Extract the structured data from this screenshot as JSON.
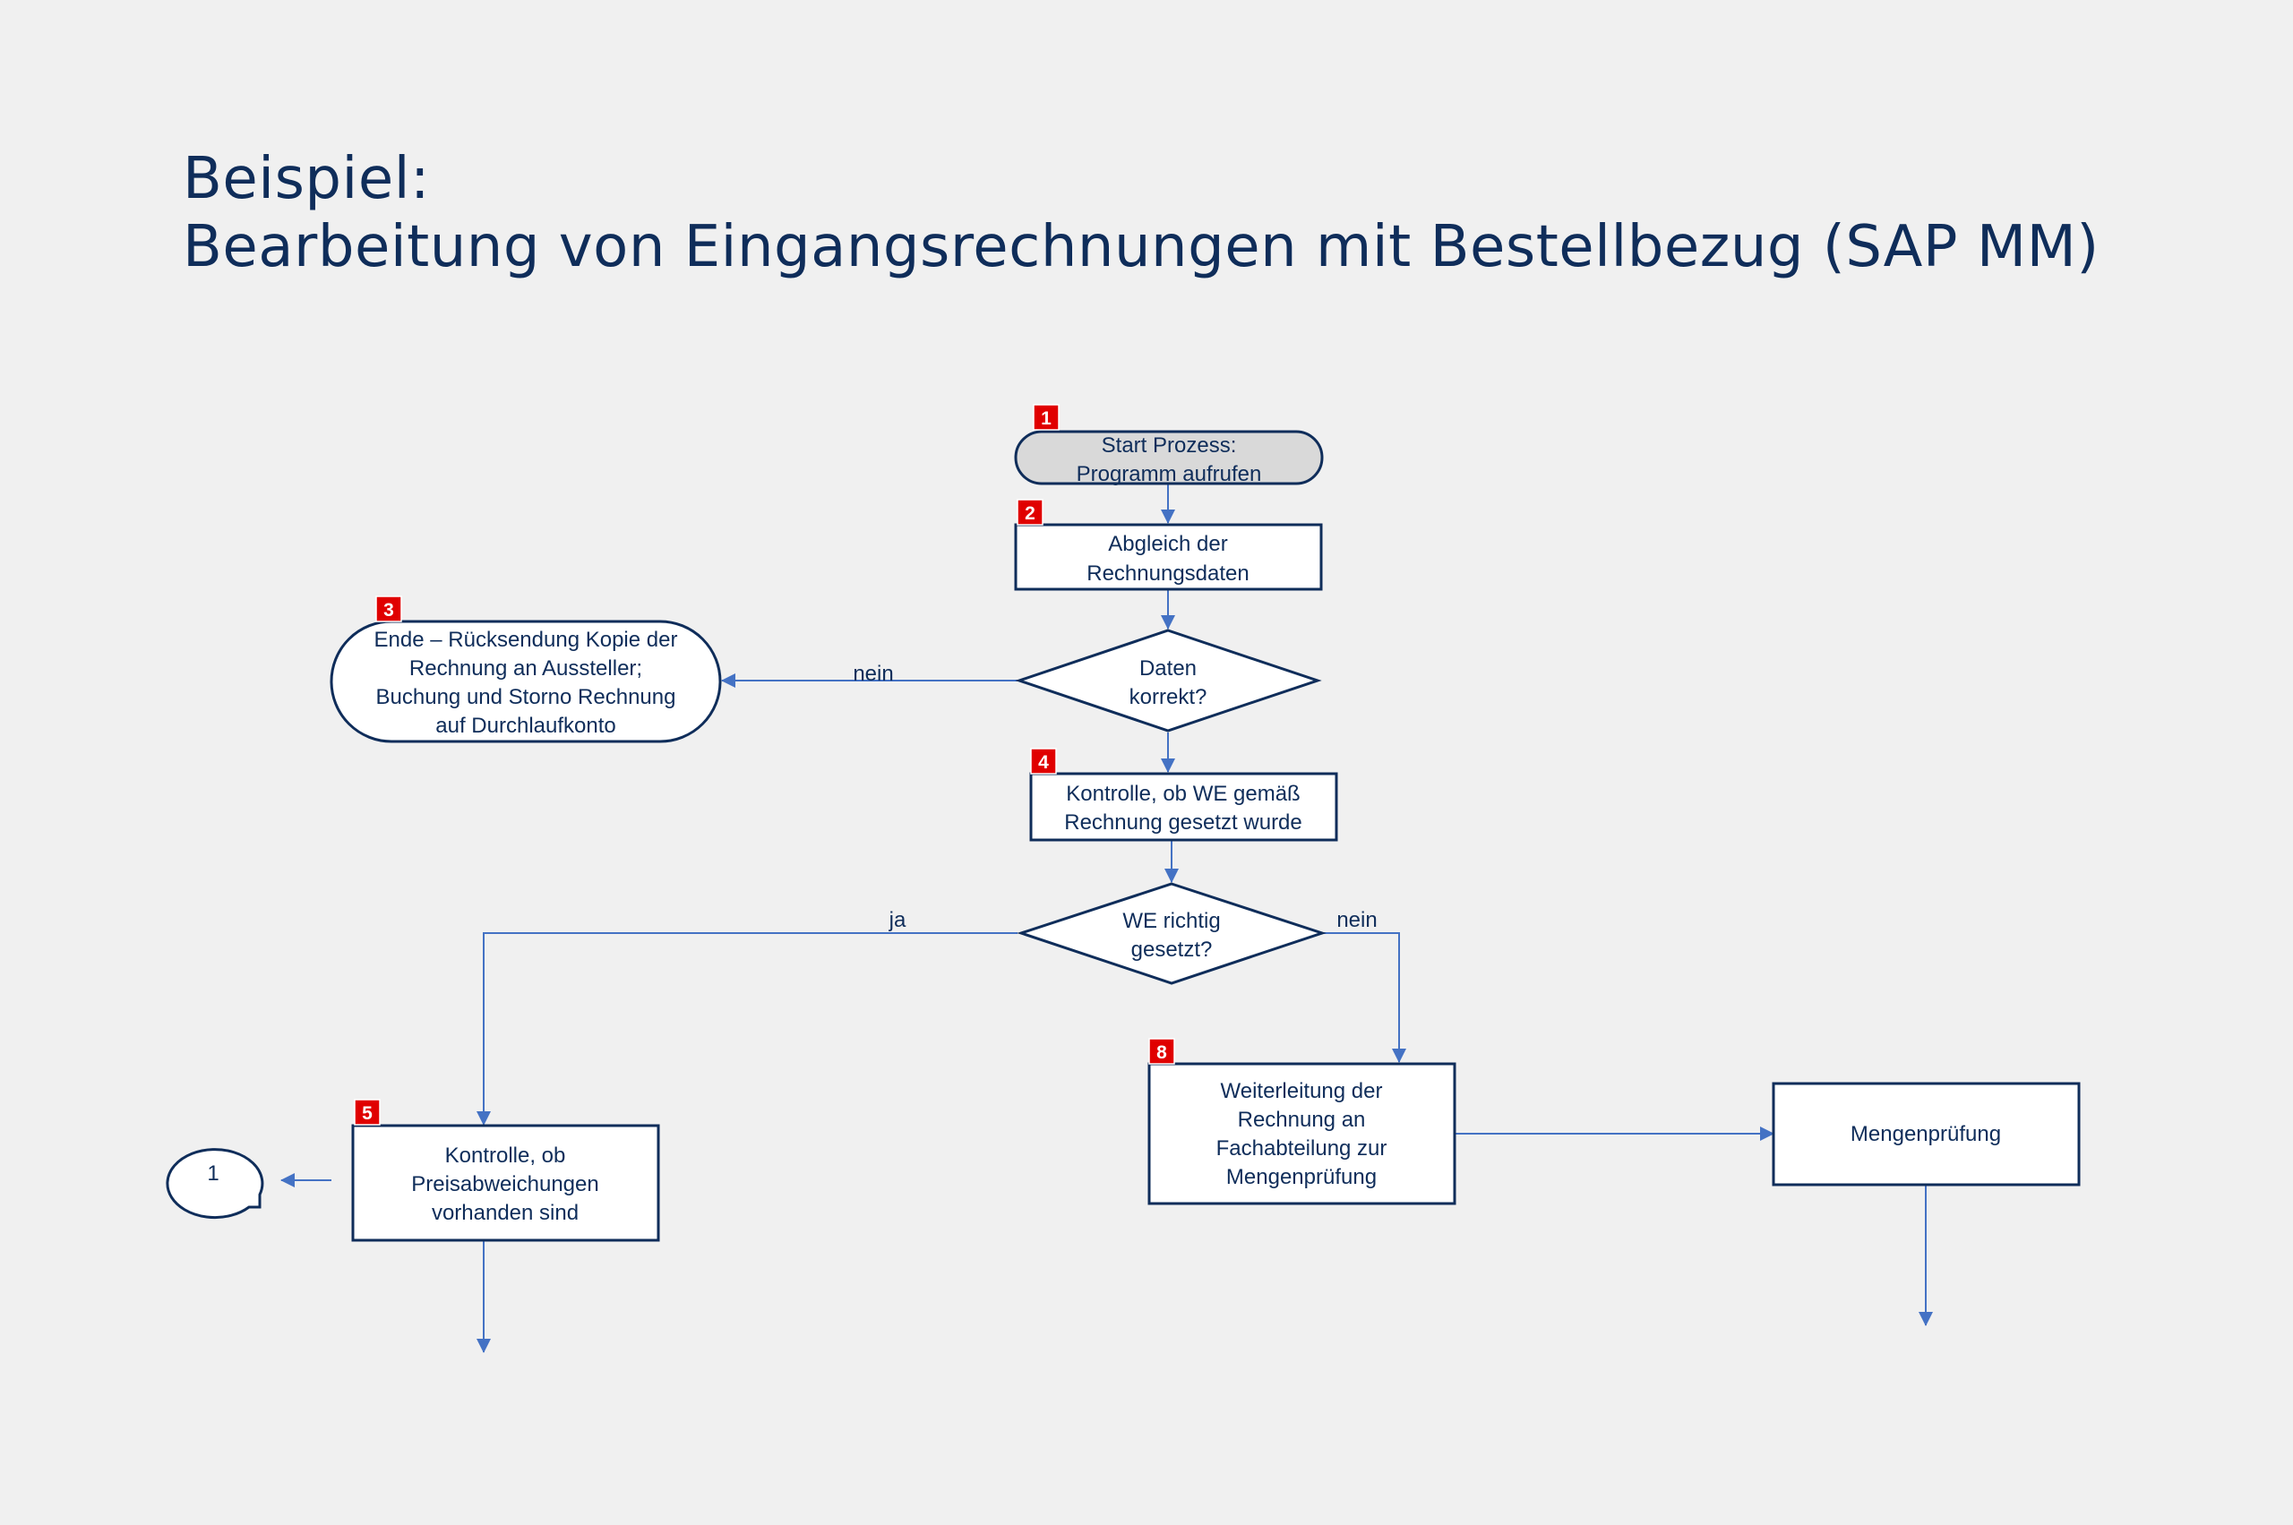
{
  "title": {
    "line1": "Beispiel:",
    "line2": "Bearbeitung von Eingangsrechnungen mit Bestellbezug (SAP MM)"
  },
  "nodes": {
    "start": {
      "badge": "1",
      "line1": "Start Prozess:",
      "line2": "Programm aufrufen"
    },
    "abgleich": {
      "badge": "2",
      "line1": "Abgleich der",
      "line2": "Rechnungsdaten"
    },
    "ende": {
      "badge": "3",
      "line1": "Ende – Rücksendung Kopie der",
      "line2": "Rechnung an Aussteller;",
      "line3": "Buchung und Storno Rechnung",
      "line4": "auf Durchlaufkonto"
    },
    "daten_korrekt": {
      "line1": "Daten",
      "line2": "korrekt?"
    },
    "kontrolle_we": {
      "badge": "4",
      "line1": "Kontrolle, ob WE gemäß",
      "line2": "Rechnung gesetzt wurde"
    },
    "we_richtig": {
      "line1": "WE richtig",
      "line2": "gesetzt?"
    },
    "weiterleitung": {
      "badge": "8",
      "line1": "Weiterleitung der",
      "line2": "Rechnung an",
      "line3": "Fachabteilung zur",
      "line4": "Mengenprüfung"
    },
    "mengenpruefung": {
      "line1": "Mengenprüfung"
    },
    "kontrolle_preis": {
      "badge": "5",
      "line1": "Kontrolle, ob",
      "line2": "Preisabweichungen",
      "line3": "vorhanden sind"
    },
    "connector": {
      "label": "1"
    }
  },
  "edges": {
    "nein_1": "nein",
    "ja": "ja",
    "nein_2": "nein"
  },
  "colors": {
    "background": "#f0f0f0",
    "title": "#0f2d5a",
    "shape_stroke": "#0f2d5a",
    "arrow": "#4472c4",
    "badge": "#e00000",
    "start_fill": "#d9d9d9"
  }
}
